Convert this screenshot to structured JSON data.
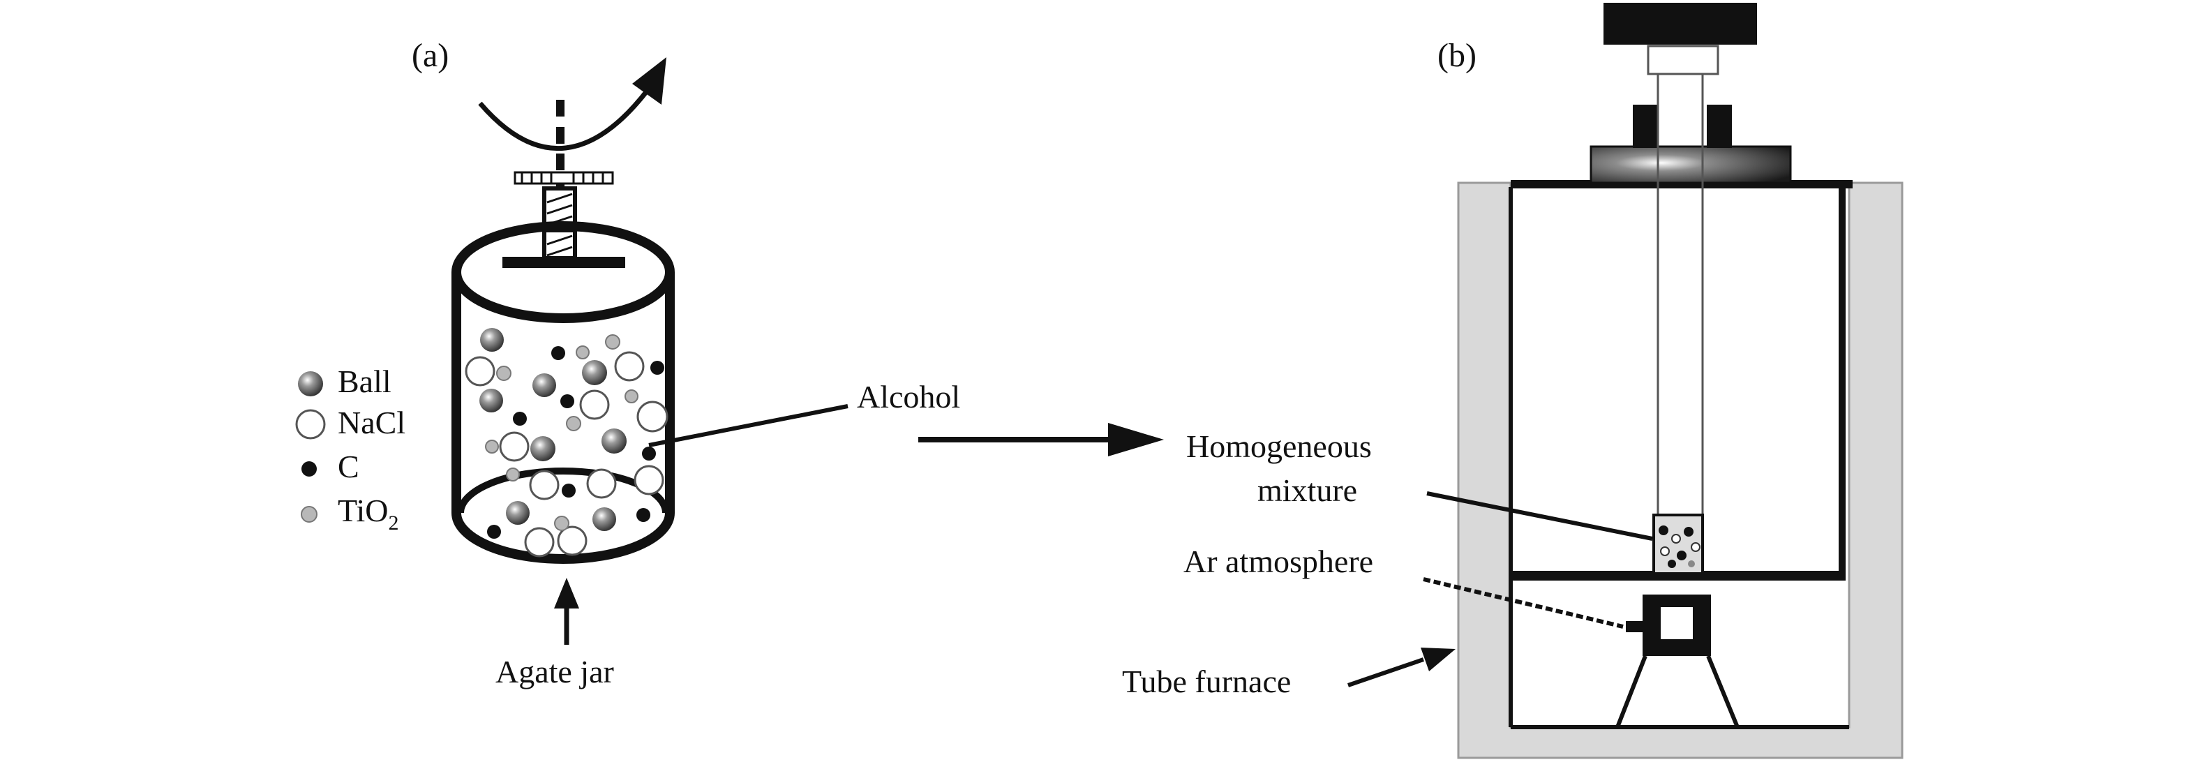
{
  "panel_a": {
    "label": "(a)",
    "legend": [
      {
        "text": "Ball",
        "icon": "ball-icon"
      },
      {
        "text": "NaCl",
        "icon": "nacl-icon"
      },
      {
        "text": "C",
        "icon": "carbon-icon"
      },
      {
        "text": "TiO",
        "subscript": "2",
        "icon": "tio2-icon"
      }
    ],
    "alcohol_label": "Alcohol",
    "jar_label": "Agate jar"
  },
  "panel_b": {
    "label": "(b)",
    "mixture_label_line1": "Homogeneous",
    "mixture_label_line2": "mixture",
    "atmosphere_label": "Ar atmosphere",
    "furnace_label": "Tube furnace"
  },
  "colors": {
    "ink": "#111111",
    "furnace_wall": "#d9d9d9",
    "furnace_edge": "#9a9a9a",
    "ball": "#4a4a4a",
    "tio2": "#b8b8b8"
  }
}
